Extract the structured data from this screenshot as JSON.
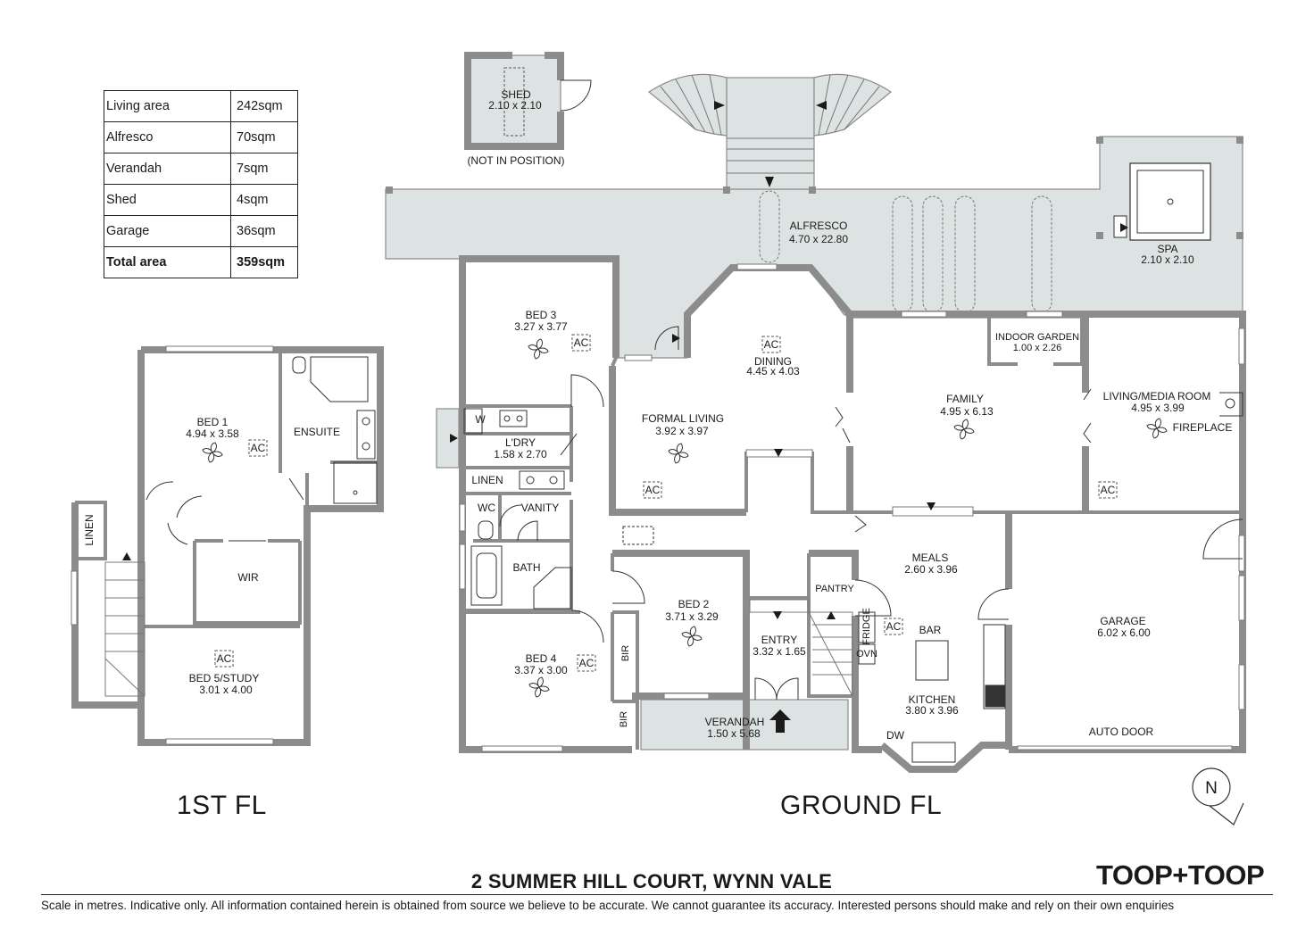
{
  "area_table": [
    {
      "name": "Living area",
      "value": "242sqm"
    },
    {
      "name": "Alfresco",
      "value": "70sqm"
    },
    {
      "name": "Verandah",
      "value": "7sqm"
    },
    {
      "name": "Shed",
      "value": "4sqm"
    },
    {
      "name": "Garage",
      "value": "36sqm"
    },
    {
      "name": "Total area",
      "value": "359sqm"
    }
  ],
  "floors": {
    "first": "1ST FL",
    "ground": "GROUND FL"
  },
  "first_floor": {
    "bed1": {
      "name": "BED 1",
      "size": "4.94 x 3.58"
    },
    "ensuite": "ENSUITE",
    "wir": "WIR",
    "linen": "LINEN",
    "bed5": {
      "name": "BED 5/STUDY",
      "size": "3.01 x 4.00"
    }
  },
  "ground_floor": {
    "shed": {
      "name": "SHED",
      "size": "2.10 x 2.10",
      "note": "(NOT IN POSITION)"
    },
    "alfresco": {
      "name": "ALFRESCO",
      "size": "4.70 x 22.80"
    },
    "spa": {
      "name": "SPA",
      "size": "2.10 x 2.10"
    },
    "bed3": {
      "name": "BED 3",
      "size": "3.27 x 3.77"
    },
    "dining": {
      "name": "DINING",
      "size": "4.45 x 4.03"
    },
    "indoor_garden": {
      "name": "INDOOR GARDEN",
      "size": "1.00 x 2.26"
    },
    "family": {
      "name": "FAMILY",
      "size": "4.95 x 6.13"
    },
    "living_media": {
      "name": "LIVING/MEDIA ROOM",
      "size": "4.95 x 3.99"
    },
    "fireplace": "FIREPLACE",
    "formal_living": {
      "name": "FORMAL LIVING",
      "size": "3.92 x 3.97"
    },
    "w": "W",
    "ldry": {
      "name": "L'DRY",
      "size": "1.58 x 2.70"
    },
    "linen": "LINEN",
    "wc": "WC",
    "vanity": "VANITY",
    "bath": "BATH",
    "bed2": {
      "name": "BED 2",
      "size": "3.71 x 3.29"
    },
    "bed4": {
      "name": "BED 4",
      "size": "3.37 x 3.00"
    },
    "bir": "BIR",
    "pantry": "PANTRY",
    "meals": {
      "name": "MEALS",
      "size": "2.60 x 3.96"
    },
    "fridge": "FRIDGE",
    "ovn": "OVN",
    "bar": "BAR",
    "entry": {
      "name": "ENTRY",
      "size": "3.32 x 1.65"
    },
    "kitchen": {
      "name": "KITCHEN",
      "size": "3.80 x 3.96"
    },
    "dw": "DW",
    "verandah": {
      "name": "VERANDAH",
      "size": "1.50 x 5.68"
    },
    "garage": {
      "name": "GARAGE",
      "size": "6.02 x 6.00"
    },
    "auto_door": "AUTO DOOR"
  },
  "ac_label": "AC",
  "compass_label": "N",
  "address": "2 SUMMER HILL COURT, WYNN VALE",
  "brand": "TOOP+TOOP",
  "disclaimer": "Scale in metres. Indicative only. All information contained herein is obtained from source we believe to be accurate. We cannot guarantee its accuracy. Interested persons should make and rely on their own enquiries",
  "colors": {
    "wall": "#8c8c8c",
    "outdoor": "#dde3e2",
    "text": "#1a1a1a"
  }
}
